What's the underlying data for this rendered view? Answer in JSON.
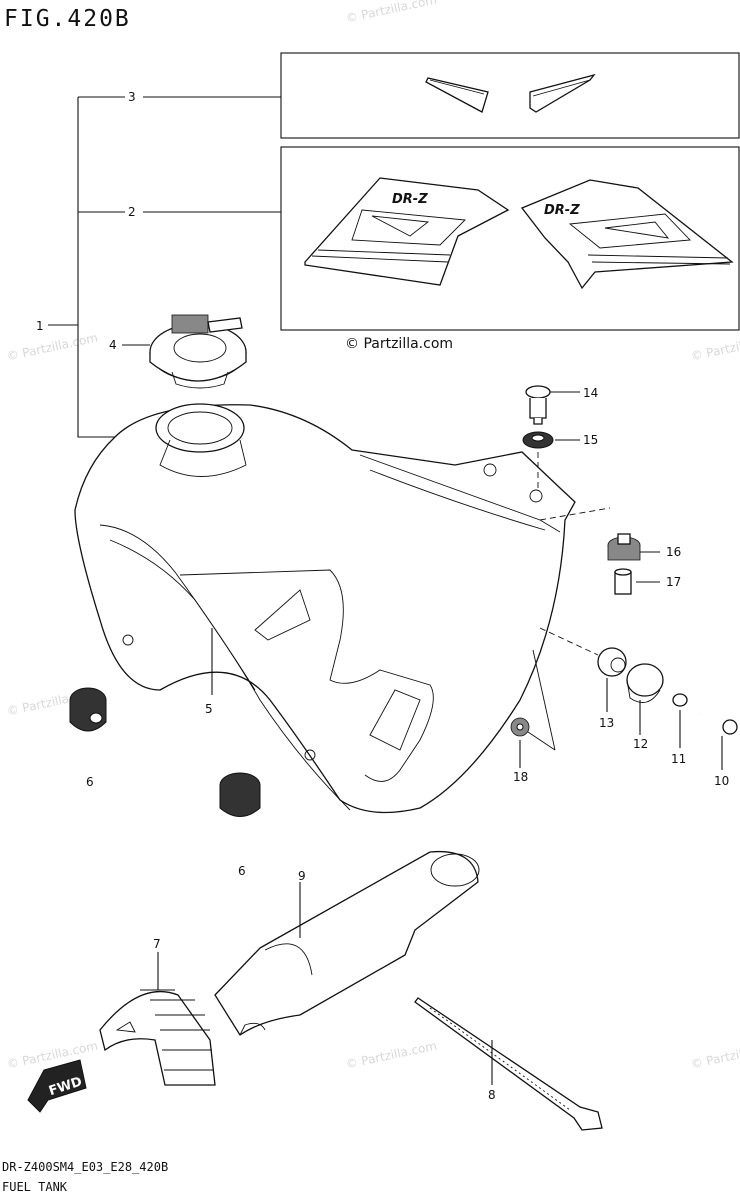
{
  "header": {
    "figure_title": "FIG.420B"
  },
  "footer": {
    "model_code": "DR-Z400SM4_E03_E28_420B",
    "page_name": "FUEL TANK"
  },
  "copyright": "© Partzilla.com",
  "watermark": "© Partzilla.com",
  "part_labels": {
    "p1": "1",
    "p2": "2",
    "p3": "3",
    "p4": "4",
    "p5": "5",
    "p6a": "6",
    "p6b": "6",
    "p7": "7",
    "p8": "8",
    "p9": "9",
    "p10": "10",
    "p11": "11",
    "p12": "12",
    "p13": "13",
    "p14": "14",
    "p15": "15",
    "p16": "16",
    "p17": "17",
    "p18": "18"
  },
  "decal_text": {
    "left": "DR-Z",
    "right": "DR-Z"
  },
  "fwd_label": "FWD"
}
